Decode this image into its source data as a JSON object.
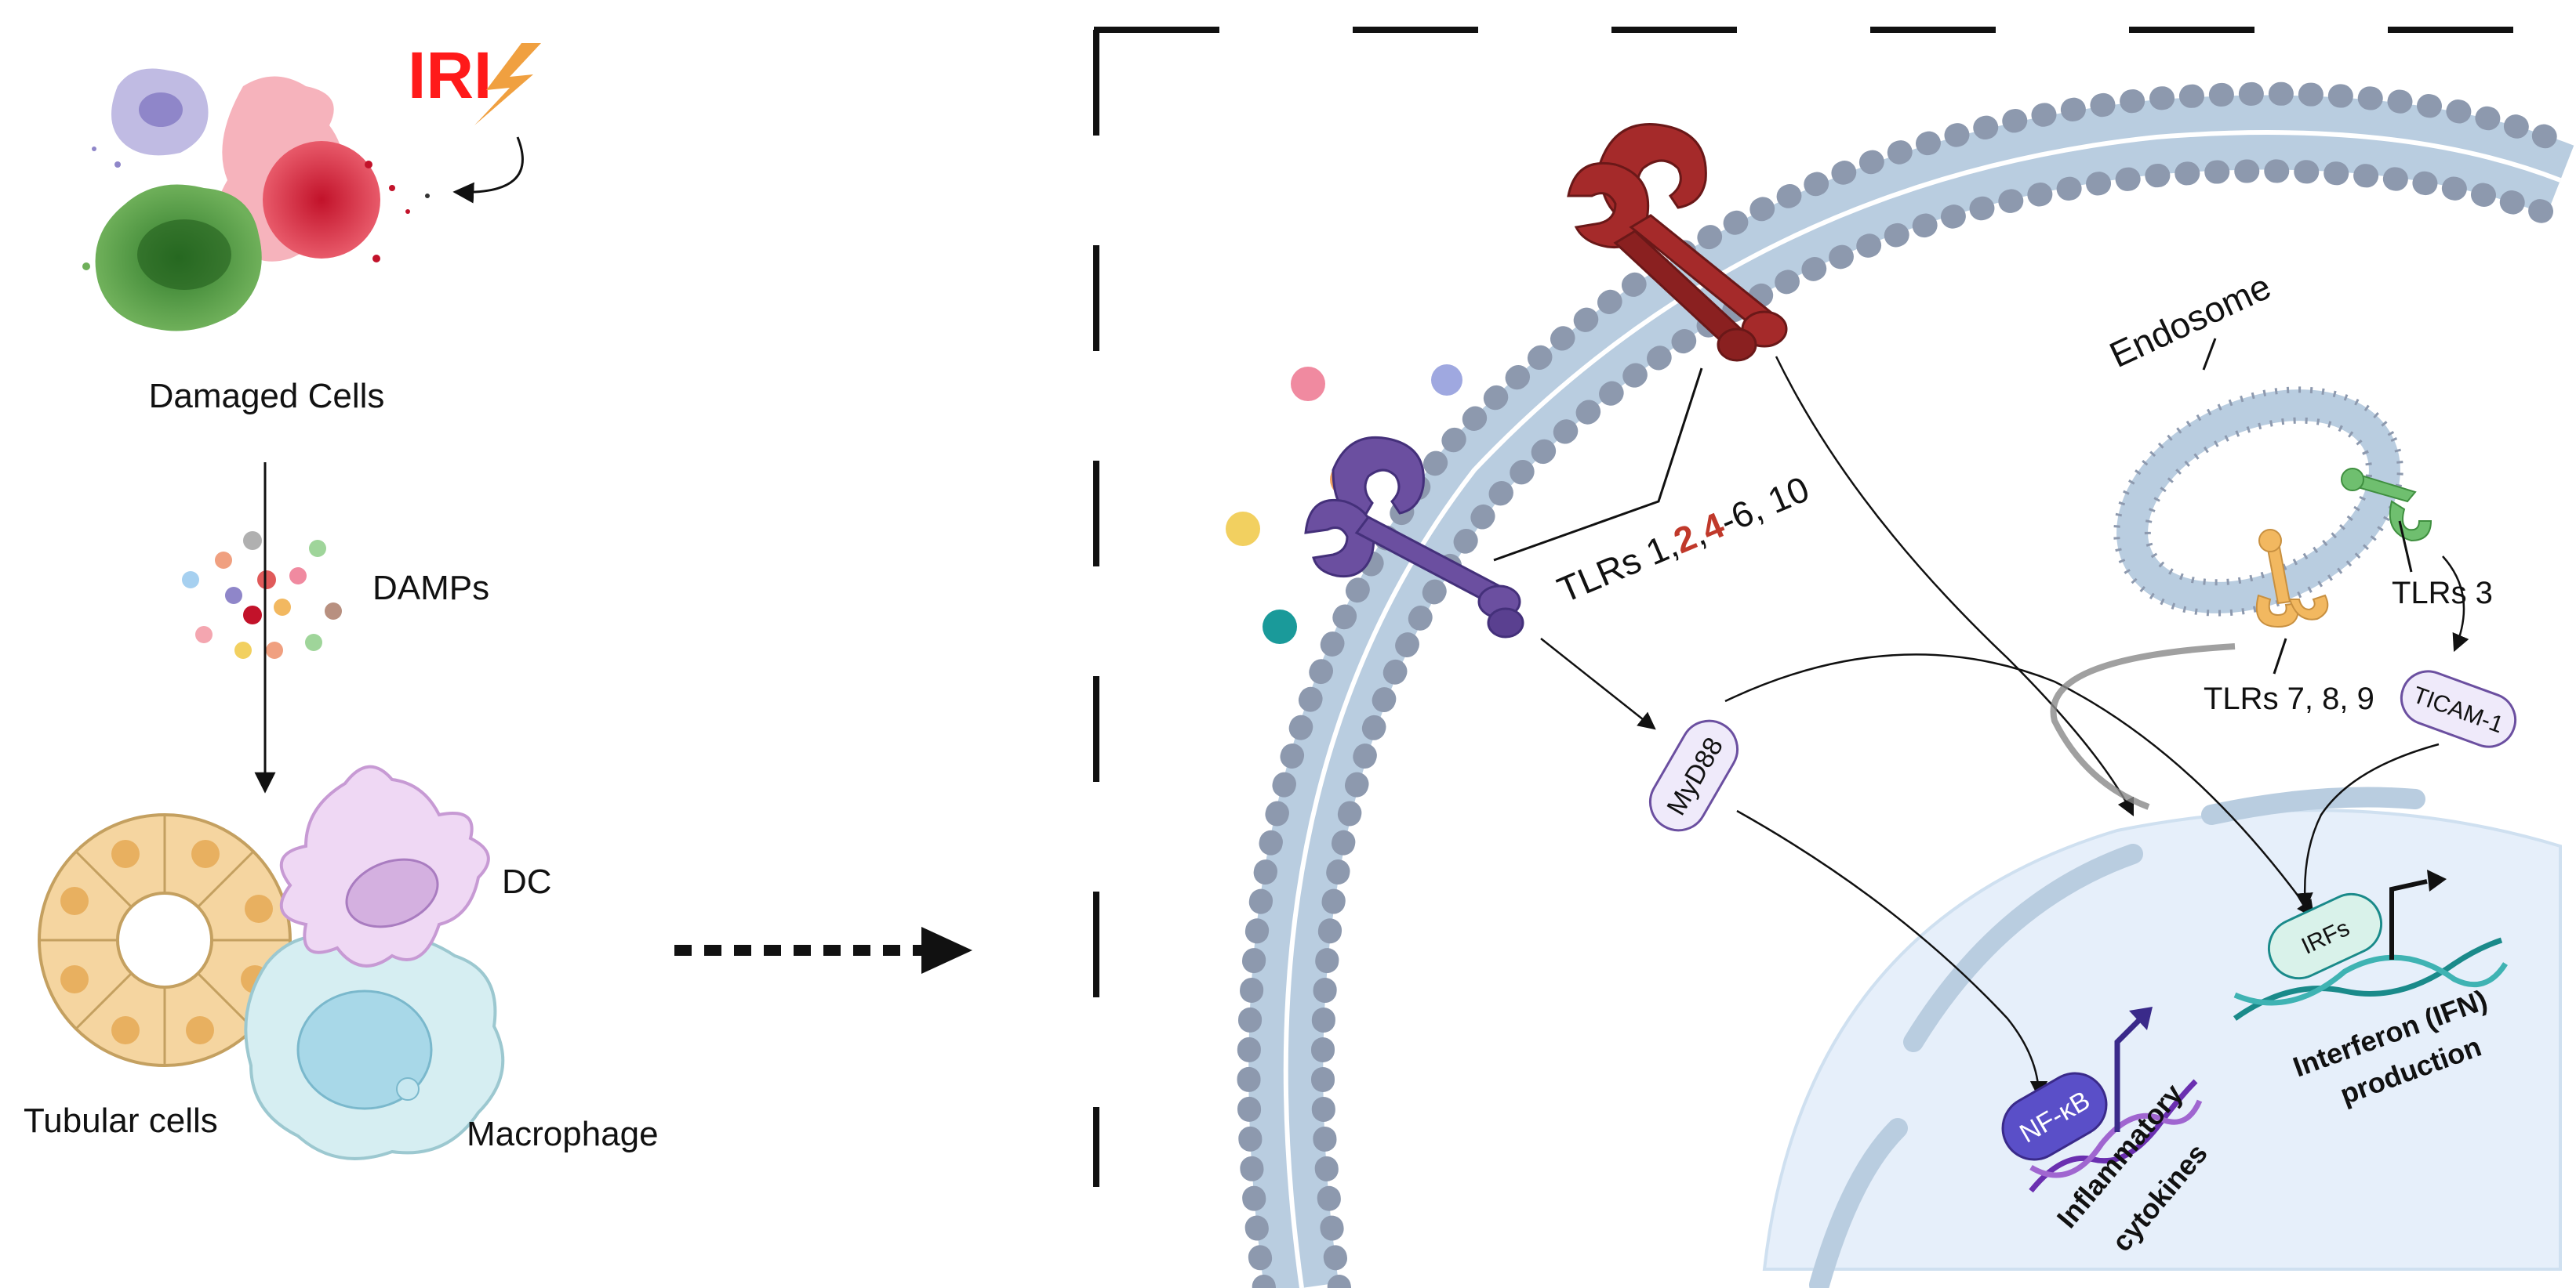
{
  "labels": {
    "iri": "IRI",
    "damaged_cells": "Damaged Cells",
    "damps": "DAMPs",
    "dc": "DC",
    "tubular_cells": "Tubular cells",
    "macrophage": "Macrophage",
    "endosome": "Endosome",
    "tlrs_surface_prefix": "TLRs 1,",
    "tlrs_surface_2": "2",
    "tlrs_surface_comma": ",",
    "tlrs_surface_4": "4",
    "tlrs_surface_suffix": "-6, 10",
    "tlrs_3": "TLRs 3",
    "tlrs_789": "TLRs 7, 8, 9",
    "myd88": "MyD88",
    "ticam1": "TICAM-1",
    "irfs": "IRFs",
    "nfkb": "NF-κB",
    "inflammatory_line1": "Inflammatory",
    "inflammatory_line2": "cytokines",
    "interferon_line1": "Interferon (IFN)",
    "interferon_line2": "production"
  },
  "colors": {
    "iri_red": "#ff1a1a",
    "tlr_surface_red": "#a52a2a",
    "tlr_purple": "#6b4fa0",
    "tlr_yellow": "#f2b860",
    "tlr_green": "#6fbf6f",
    "lipid_head": "#8d99ae",
    "membrane_tail": "#b9cde0",
    "nucleus_fill": "#e6effa",
    "myd88_fill": "#efeafa",
    "nfkb_fill": "#5a4fc8",
    "irfs_fill": "#d9f2ea",
    "dna_purple": "#6a2fb0",
    "dna_teal": "#1a8a8a"
  },
  "icons": [
    "lightning-icon",
    "damaged-cells-illustration",
    "damp-molecules",
    "tubular-cells-illustration",
    "dendritic-cell-illustration",
    "macrophage-illustration",
    "tlr-receptor-icon",
    "dna-helix-icon"
  ]
}
